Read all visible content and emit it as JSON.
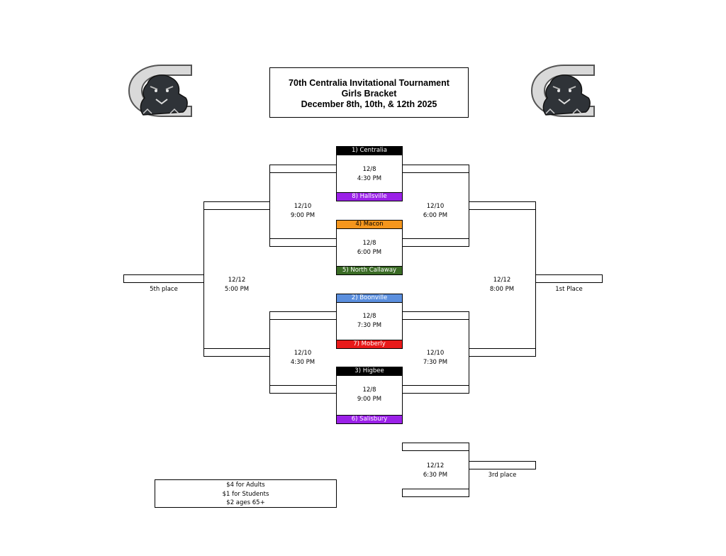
{
  "header": {
    "line1": "70th Centralia Invitational Tournament",
    "line2": "Girls Bracket",
    "line3": "December 8th, 10th, & 12th 2025"
  },
  "logos": {
    "left": "panther-c-logo",
    "right": "panther-c-logo"
  },
  "colors": {
    "centralia": "#000000",
    "hallsville": "#9b21e8",
    "macon": "#f5961d",
    "north_callaway": "#3a6b25",
    "boonville": "#5b8fde",
    "moberly": "#e81a1a",
    "higbee": "#000000",
    "salisbury": "#9b21e8"
  },
  "teams": {
    "t1": "1) Centralia",
    "t8": "8) Hallsville",
    "t4": "4) Macon",
    "t5": "5) North Callaway",
    "t2": "2) Boonville",
    "t7": "7) Moberly",
    "t3": "3) Higbee",
    "t6": "6) Salisbury"
  },
  "games": {
    "g1": {
      "date": "12/8",
      "time": "4:30 PM"
    },
    "g2": {
      "date": "12/8",
      "time": "6:00 PM"
    },
    "g3": {
      "date": "12/8",
      "time": "7:30 PM"
    },
    "g4": {
      "date": "12/8",
      "time": "9:00 PM"
    },
    "cons_top": {
      "date": "12/10",
      "time": "9:00 PM"
    },
    "cons_bottom": {
      "date": "12/10",
      "time": "4:30 PM"
    },
    "semi_top": {
      "date": "12/10",
      "time": "6:00 PM"
    },
    "semi_bottom": {
      "date": "12/10",
      "time": "7:30 PM"
    },
    "fifth": {
      "date": "12/12",
      "time": "5:00 PM"
    },
    "final": {
      "date": "12/12",
      "time": "8:00 PM"
    },
    "third": {
      "date": "12/12",
      "time": "6:30 PM"
    }
  },
  "places": {
    "fifth": "5th place",
    "first": "1st Place",
    "third": "3rd place"
  },
  "prices": {
    "adults": "$4 for Adults",
    "students": "$1 for Students",
    "seniors": "$2 ages 65+"
  }
}
